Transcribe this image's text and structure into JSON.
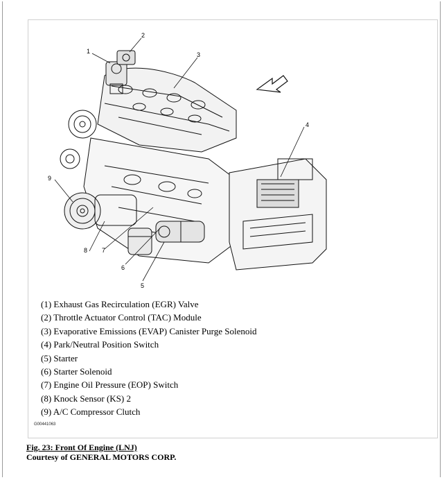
{
  "figure": {
    "callouts": [
      "1",
      "2",
      "3",
      "4",
      "5",
      "6",
      "7",
      "8",
      "9"
    ],
    "legend": [
      "(1) Exhaust Gas Recirculation (EGR) Valve",
      "(2) Throttle Actuator Control (TAC) Module",
      "(3) Evaporative Emissions (EVAP) Canister Purge Solenoid",
      "(4) Park/Neutral Position Switch",
      "(5) Starter",
      "(6) Starter Solenoid",
      "(7) Engine Oil Pressure (EOP) Switch",
      "(8) Knock Sensor (KS) 2",
      "(9) A/C Compressor Clutch"
    ],
    "code": "G00441063"
  },
  "caption": "Fig. 23: Front Of Engine (LNJ)",
  "credit": "Courtesy of GENERAL MOTORS CORP."
}
